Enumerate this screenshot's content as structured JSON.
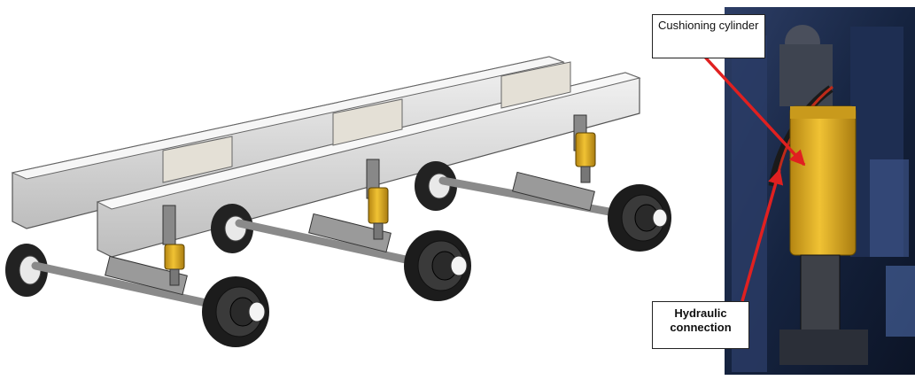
{
  "labels": {
    "cushioning_cylinder": "Cushioning cylinder",
    "hydraulic_connection": "Hydraulic connection"
  },
  "colors": {
    "arrow": "#e02020",
    "cylinder": "#e8b21f",
    "frame": "#dcdcdc",
    "photo_bg": "#1a2a4a"
  },
  "components": [
    "three-axle-assembly",
    "photo-cylinder"
  ]
}
